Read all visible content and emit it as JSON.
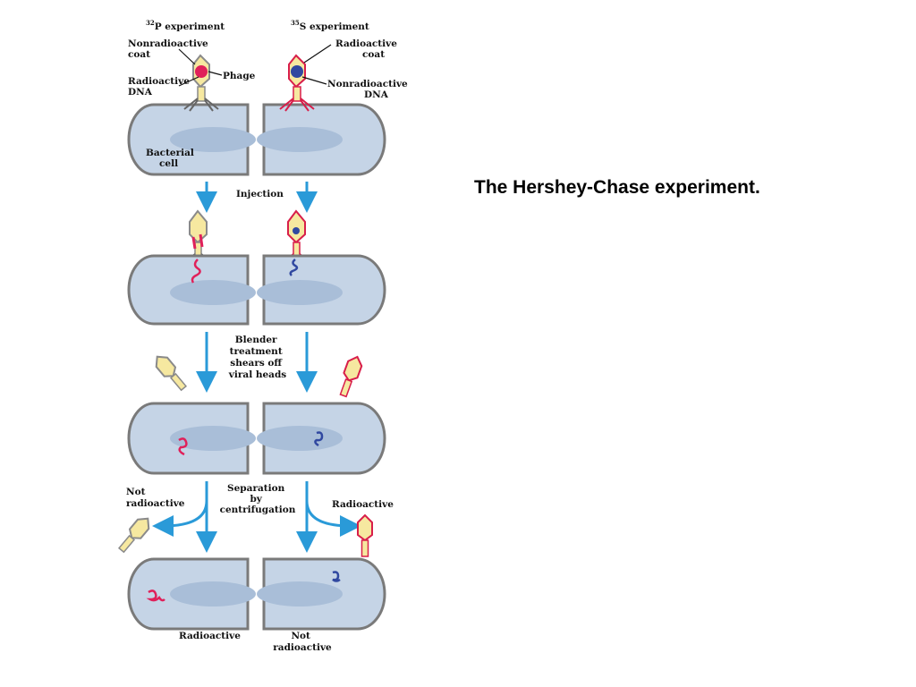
{
  "title": "The Hershey-Chase experiment.",
  "experiments": {
    "p32": {
      "isotope": "32",
      "label": "P experiment"
    },
    "s35": {
      "isotope": "35",
      "label": "S experiment"
    }
  },
  "labels": {
    "nonradioactive_coat": [
      "Nonradioactive",
      "coat"
    ],
    "radioactive_dna": [
      "Radioactive",
      "DNA"
    ],
    "phage": "Phage",
    "radioactive_coat": [
      "Radioactive",
      "coat"
    ],
    "nonradioactive_dna": [
      "Nonradioactive",
      "DNA"
    ],
    "bacterial_cell": [
      "Bacterial",
      "cell"
    ]
  },
  "steps": {
    "injection": [
      "Injection"
    ],
    "blender": [
      "Blender",
      "treatment",
      "shears off",
      "viral heads"
    ],
    "separation": [
      "Separation",
      "by",
      "centrifugation"
    ]
  },
  "results": {
    "left_supernatant": [
      "Not",
      "radioactive"
    ],
    "right_supernatant": [
      "Radioactive"
    ],
    "left_pellet": [
      "Radioactive"
    ],
    "right_pellet": [
      "Not",
      "radioactive"
    ]
  },
  "colors": {
    "cell_fill": "#c5d4e6",
    "cell_border": "#7a7a7a",
    "arrow": "#2a9ad8",
    "dna_red": "#e0205a",
    "dna_blue": "#3048a0",
    "coat_fill": "#f6e8a0",
    "coat_red": "#d81e4a",
    "coat_gray": "#8a8a8a"
  }
}
